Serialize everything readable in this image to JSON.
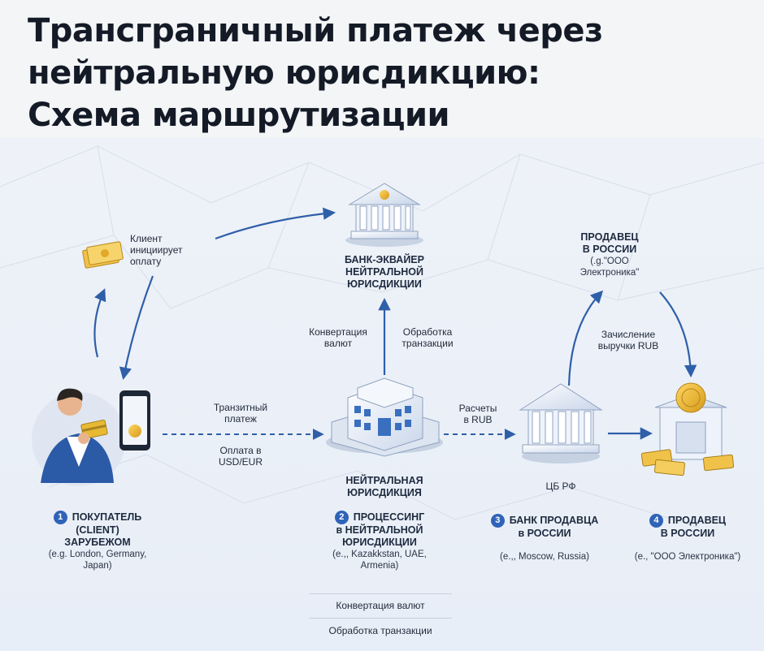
{
  "title": {
    "line1": "Трансграничный платеж через",
    "line2": "нейтральную юрисдикцию:",
    "line3": "Схема маршрутизации"
  },
  "flow_labels": {
    "client_initiates": [
      "Клиент",
      "инициирует",
      "оплату"
    ],
    "bank_acquirer": [
      "БАНК-ЭКВАЙЕР",
      "НЕЙТРАЛЬНОЙ",
      "ЮРИСДИКЦИИ"
    ],
    "currency_conversion": [
      "Конвертация",
      "валют"
    ],
    "transaction_processing": [
      "Обработка",
      "транзакции"
    ],
    "transit_payment": [
      "Транзитный",
      "платеж"
    ],
    "payment_in": [
      "Оплата в",
      "USD/EUR"
    ],
    "settlements": [
      "Расчеты",
      "в RUB"
    ],
    "seller_top": [
      "ПРОДАВЕЦ",
      "В РОССИИ",
      "(.g.\"ООО",
      "Электроника\""
    ],
    "revenue_credit": [
      "Зачисление",
      "выручки RUB"
    ],
    "neutral_jurisdiction": [
      "НЕЙТРАЛЬНАЯ",
      "ЮРИСДИКЦИЯ"
    ],
    "central_bank": "ЦБ РФ"
  },
  "steps": [
    {
      "num": "1",
      "title": [
        "ПОКУПАТЕЛЬ",
        "(CLIENT)",
        "ЗАРУБЕЖОМ"
      ],
      "detail": [
        "(e.g. London, Germany,",
        "Japan)"
      ]
    },
    {
      "num": "2",
      "title": [
        "ПРОЦЕССИНГ",
        "в НЕЙТРАЛЬНОЙ",
        "ЮРИСДИКЦИИ"
      ],
      "detail": [
        "(e.,, Kazakkstan, UAE,",
        "Armenia)"
      ]
    },
    {
      "num": "3",
      "title": [
        "БАНК ПРОДАВЦА",
        "в РОССИИ"
      ],
      "detail": [
        "(e.,, Moscow, Russia)"
      ]
    },
    {
      "num": "4",
      "title": [
        "ПРОДАВЕЦ",
        "В РОССИИ"
      ],
      "detail": [
        "(e., \"ООО Электроника\")"
      ]
    }
  ],
  "processing_notes": [
    "Конвертация валют",
    "Обработка транзакции"
  ],
  "colors": {
    "accent": "#2f63b8",
    "arrow": "#2f5fa8",
    "gold": "#e9b52b"
  }
}
